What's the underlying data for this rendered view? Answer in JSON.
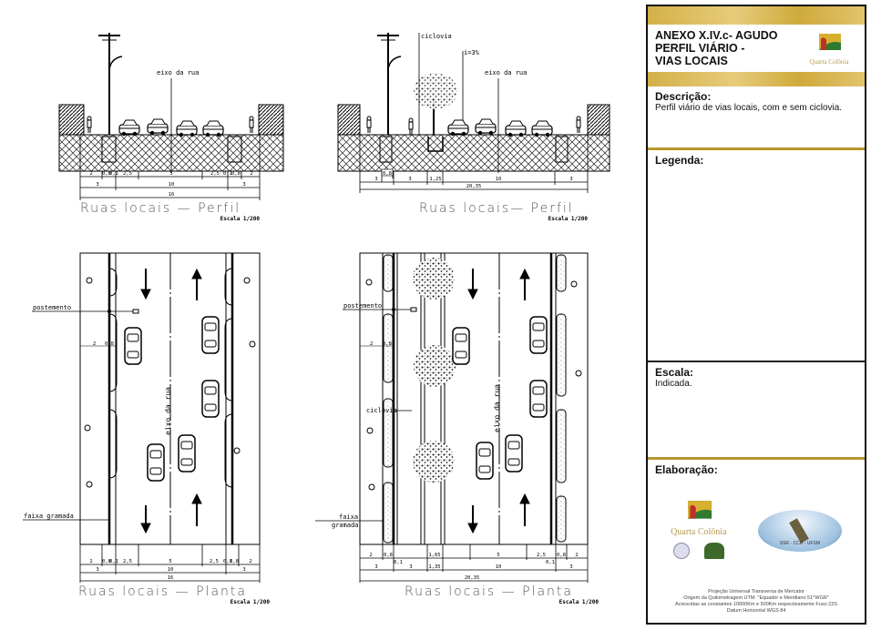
{
  "drawings": {
    "profile_left": {
      "title": "Ruas locais — Perfil",
      "scale": "Escala 1/200",
      "axis_label": "eixo da rua",
      "dims_row1": [
        "2",
        "0,8",
        "0,1",
        "2,5",
        "5",
        "2,5",
        "0,1",
        "0,8",
        "2"
      ],
      "dims_row2": [
        "3",
        "10",
        "3"
      ],
      "dims_total": "16"
    },
    "profile_right": {
      "title": "Ruas locais— Perfil",
      "scale": "Escala 1/200",
      "bike_label": "ciclovia",
      "slope_label": "i=3%",
      "axis_label": "eixo da rua",
      "dim_small": "0,8",
      "dims_row2": [
        "3",
        "3",
        "1,25",
        "10",
        "3"
      ],
      "dims_total": "20,35"
    },
    "plan_left": {
      "title": "Ruas locais — Planta",
      "scale": "Escala 1/200",
      "post_label": "postemento",
      "grass_label": "faixa gramada",
      "axis_label": "eixo da rua",
      "side_dims": [
        "2",
        "0,8"
      ],
      "dims_row1": [
        "2",
        "0,8",
        "0,1",
        "2,5",
        "5",
        "2,5",
        "0,1",
        "0,8",
        "2"
      ],
      "dims_row2": [
        "3",
        "10",
        "3"
      ],
      "dims_total": "16"
    },
    "plan_right": {
      "title": "Ruas locais — Planta",
      "scale": "Escala 1/200",
      "post_label": "postemento",
      "bike_label": "ciclovia",
      "grass_label_1": "faixa",
      "grass_label_2": "gramada",
      "axis_label": "eixo da rua",
      "side_dims": [
        "2",
        "0,8"
      ],
      "dims_row1": [
        "2",
        "0,8",
        "1,65",
        "5",
        "2,5",
        "0,8",
        "2"
      ],
      "dims_small": [
        "0,1",
        "0,1"
      ],
      "dims_row2": [
        "3",
        "3",
        "1,35",
        "10",
        "3"
      ],
      "dims_total": "20,35"
    }
  },
  "title_block": {
    "title_lines": [
      "ANEXO X.IV.c- AGUDO",
      "PERFIL VIÁRIO -",
      "VIAS LOCAIS"
    ],
    "logo_text": "Quarta Colônia",
    "description_heading": "Descrição:",
    "description_text": "Perfil viário de vias locais, com e sem ciclovia.",
    "legend_heading": "Legenda:",
    "scale_heading": "Escala:",
    "scale_text": "Indicada.",
    "credits_heading": "Elaboração:",
    "logo2_text": "Quarta Colônia",
    "logo3_text": "SSR - CCR - UFSM",
    "footer_lines": [
      "Projeção Universal Transversa de Mercator",
      "Origem da Quilometragem UTM: \"Equador e Meridiano 51°WGR\"",
      "Acrescidas as constantes 10000Km e 500Km respectivamente Fuso 22S",
      "Datum Horizontal WGS 84"
    ],
    "accent_color": "#b8962e"
  }
}
